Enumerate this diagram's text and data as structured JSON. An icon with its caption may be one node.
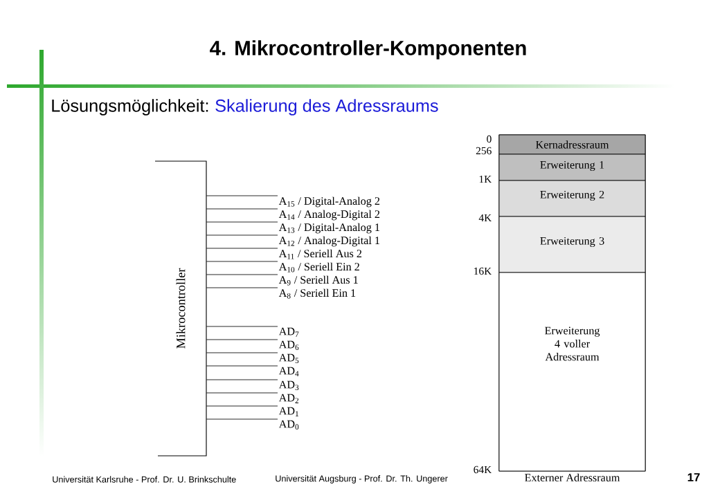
{
  "diagram": {
    "title": "4. Mikrocontroller-Komponenten",
    "nodes": [
      {
        "text": [
          "Mikrocontroller"
        ]
      },
      {
        "text": [
          "A$_{15}$ / Digital-Analog 2"
        ]
      },
      {
        "text": [
          "A$_{14}$ / Analog-Digital 2"
        ]
      },
      {
        "text": [
          "A$_{13}$ / Digital-Analog 1"
        ]
      },
      {
        "text": [
          "A$_{12}$ / Analog-Digital 1"
        ]
      },
      {
        "text": [
          "A$_{11}$ / Seriell Aus 2"
        ]
      },
      {
        "text": [
          "A$_{10}$ / Seriell Ein 2"
        ]
      },
      {
        "text": [
          "A$_{9}$ / Seriell Aus 1"
        ]
      },
      {
        "text": [
          "A$_{8}$ / Seriell Ein 1"
        ]
      },
      {
        "text": [
          "AD$_{7}$"
        ]
      },
      {
        "text": [
          "AD$_{6}$"
        ]
      },
      {
        "text": [
          "AD$_{5}$"
        ]
      },
      {
        "text": [
          "AD$_{4}$"
        ]
      },
      {
        "text": [
          "AD$_{3}$"
        ]
      },
      {
        "text": [
          "AD$_{2}$"
        ]
      },
      {
        "text": [
          "AD$_{1}$"
        ]
      },
      {
        "text": [
          "AD$_{0}$"
        ]
      },
      {
        "text": [
          "Externer Adressraum"
        ]
      },
      {
        "text": [
          "Kernadressraum"
        ],
        "in": 17
      },
      {
        "text": [
          "Erweiterung 1"
        ],
        "in": 17
      },
      {
        "text": [
          "Erweiterung 2"
        ],
        "in": 17
      },
      {
        "text": [
          "Erweiterung 3"
        ],
        "in": 17
      },
      {
        "text": [
          "Erweiterung 4 voller Adressraum"
        ],
        "in": 17
      }
    ],
    "edges": [
      {
        "from": 0,
        "to": 1,
        "arrow": "none"
      },
      {
        "from": 0,
        "to": 2,
        "arrow": "none"
      },
      {
        "from": 0,
        "to": 3,
        "arrow": "none"
      },
      {
        "from": 0,
        "to": 4,
        "arrow": "none"
      },
      {
        "from": 0,
        "to": 5,
        "arrow": "none"
      },
      {
        "from": 0,
        "to": 6,
        "arrow": "none"
      },
      {
        "from": 0,
        "to": 7,
        "arrow": "none"
      },
      {
        "from": 0,
        "to": 8,
        "arrow": "none"
      },
      {
        "from": 0,
        "to": 9,
        "arrow": "none"
      },
      {
        "from": 0,
        "to": 10,
        "arrow": "none"
      },
      {
        "from": 0,
        "to": 11,
        "arrow": "none"
      },
      {
        "from": 0,
        "to": 12,
        "arrow": "none"
      },
      {
        "from": 0,
        "to": 13,
        "arrow": "none"
      },
      {
        "from": 0,
        "to": 14,
        "arrow": "none"
      },
      {
        "from": 0,
        "to": 15,
        "arrow": "none"
      },
      {
        "from": 0,
        "to": 16,
        "arrow": "none"
      }
    ],
    "labels": [
      "Lösungsmöglichkeit:",
      "Skalierung des Adressraums",
      "0",
      "256",
      "1K",
      "4K",
      "16K",
      "64K",
      "Universität Karlsruhe - Prof. Dr. U. Brinkschulte",
      "Universität Augsburg - Prof. Dr. Th. Ungerer",
      "17"
    ]
  }
}
